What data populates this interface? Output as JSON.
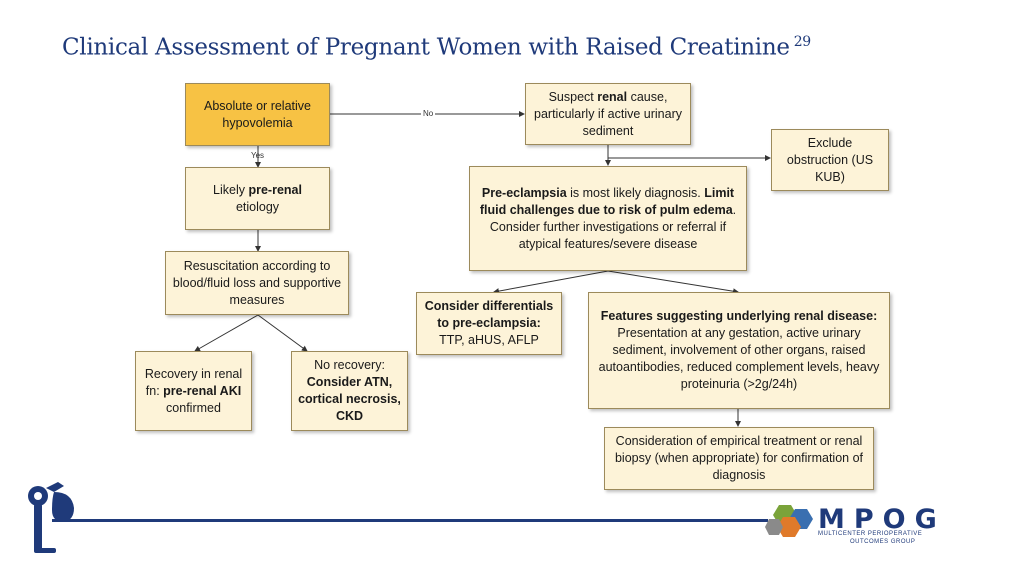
{
  "title": "Clinical Assessment of Pregnant Women with Raised Creatinine",
  "title_sup": "29",
  "labels": {
    "no": "No",
    "yes": "Yes"
  },
  "boxes": {
    "hypovolemia": {
      "text": "Absolute or relative hypovolemia"
    },
    "prerenal": {
      "pre": "Likely ",
      "bold": "pre-renal",
      "post": " etiology"
    },
    "resuscitation": {
      "text": "Resuscitation according to blood/fluid loss and supportive measures"
    },
    "recovery": {
      "pre": "Recovery in renal fn: ",
      "bold": "pre-renal AKI",
      "post": " confirmed"
    },
    "norecovery": {
      "pre": "No recovery: ",
      "bold": "Consider ATN, cortical necrosis, CKD"
    },
    "renal": {
      "pre": "Suspect ",
      "bold": "renal",
      "post": " cause, particularly if active urinary sediment"
    },
    "obstruction": {
      "text": "Exclude obstruction (US KUB)"
    },
    "preeclampsia": {
      "bold1": "Pre-eclampsia",
      "mid": " is most likely diagnosis. ",
      "bold2": "Limit fluid challenges due to risk of pulm edema",
      "post": ". Consider further investigations or referral if atypical features/severe disease"
    },
    "differentials": {
      "bold": "Consider differentials to pre-eclampsia:",
      "post": " TTP, aHUS, AFLP"
    },
    "features": {
      "bold": "Features suggesting underlying renal disease:",
      "post": " Presentation at any gestation, active urinary sediment, involvement of other organs, raised autoantibodies, reduced complement levels, heavy proteinuria (>2g/24h)"
    },
    "empirical": {
      "text": "Consideration of empirical treatment or renal biopsy (when appropriate) for confirmation of diagnosis"
    }
  },
  "logo": {
    "name": "MPOG",
    "line1": "MULTICENTER PERIOPERATIVE",
    "line2": "OUTCOMES GROUP"
  },
  "colors": {
    "title": "#1f3a7a",
    "box_fill": "#fdf3d8",
    "box_highlight": "#f7c244",
    "border": "#9c8a5b"
  }
}
